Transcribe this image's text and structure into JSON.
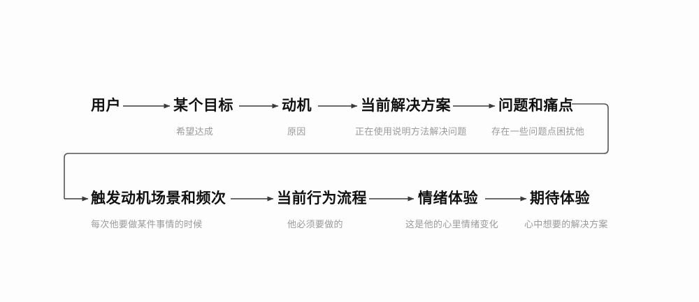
{
  "diagram": {
    "background_color": "#fdfdfd",
    "title_color": "#111111",
    "subtitle_color": "#9a9a9a",
    "line_color": "#555555",
    "row1": [
      {
        "title": "用户",
        "subtitle": ""
      },
      {
        "title": "某个目标",
        "subtitle": "希望达成"
      },
      {
        "title": "动机",
        "subtitle": "原因"
      },
      {
        "title": "当前解决方案",
        "subtitle": "正在使用说明方法解决问题"
      },
      {
        "title": "问题和痛点",
        "subtitle": "存在一些问题点困扰他"
      }
    ],
    "row2": [
      {
        "title": "触发动机场景和频次",
        "subtitle": "每次他要做某件事情的时候"
      },
      {
        "title": "当前行为流程",
        "subtitle": "他必须要做的"
      },
      {
        "title": "情绪体验",
        "subtitle": "这是他的心里情绪变化"
      },
      {
        "title": "期待体验",
        "subtitle": "心中想要的解决方案"
      }
    ]
  }
}
